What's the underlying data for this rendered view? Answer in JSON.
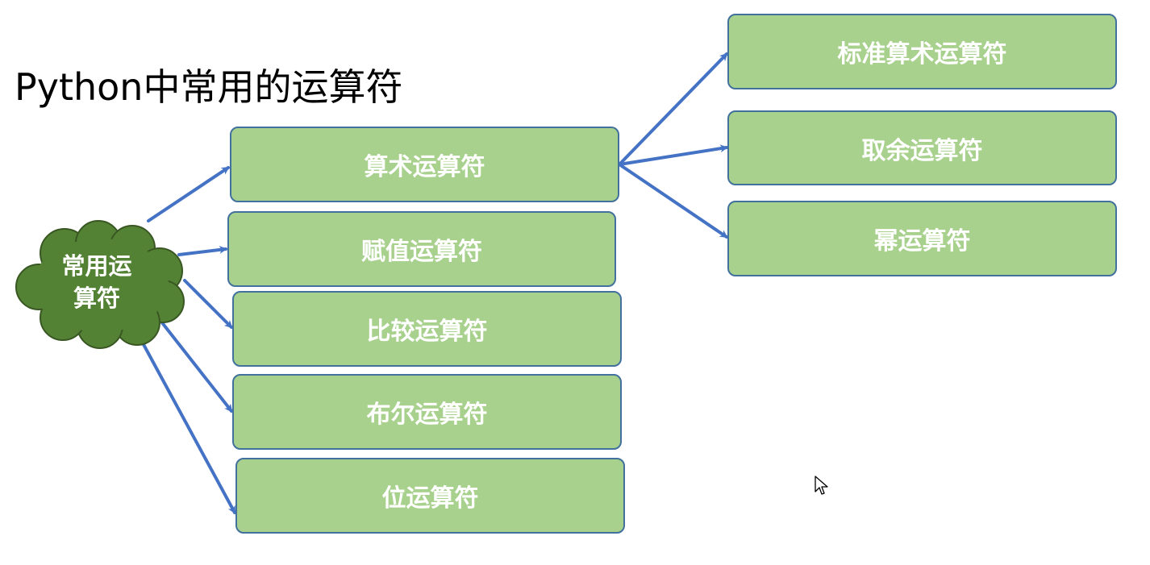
{
  "title": "Python中常用的运算符",
  "root": {
    "label_line1": "常用运",
    "label_line2": "算符"
  },
  "categories": [
    {
      "label": "算术运算符"
    },
    {
      "label": "赋值运算符"
    },
    {
      "label": "比较运算符"
    },
    {
      "label": "布尔运算符"
    },
    {
      "label": "位运算符"
    }
  ],
  "arithmetic_children": [
    {
      "label": "标准算术运算符"
    },
    {
      "label": "取余运算符"
    },
    {
      "label": "幂运算符"
    }
  ],
  "colors": {
    "box_fill": "#a9d18e",
    "box_border": "#41719c",
    "cloud_fill": "#548235",
    "arrow": "#4472c4",
    "text": "#ffffff"
  },
  "icons": {
    "cursor": "mouse-pointer-icon"
  }
}
